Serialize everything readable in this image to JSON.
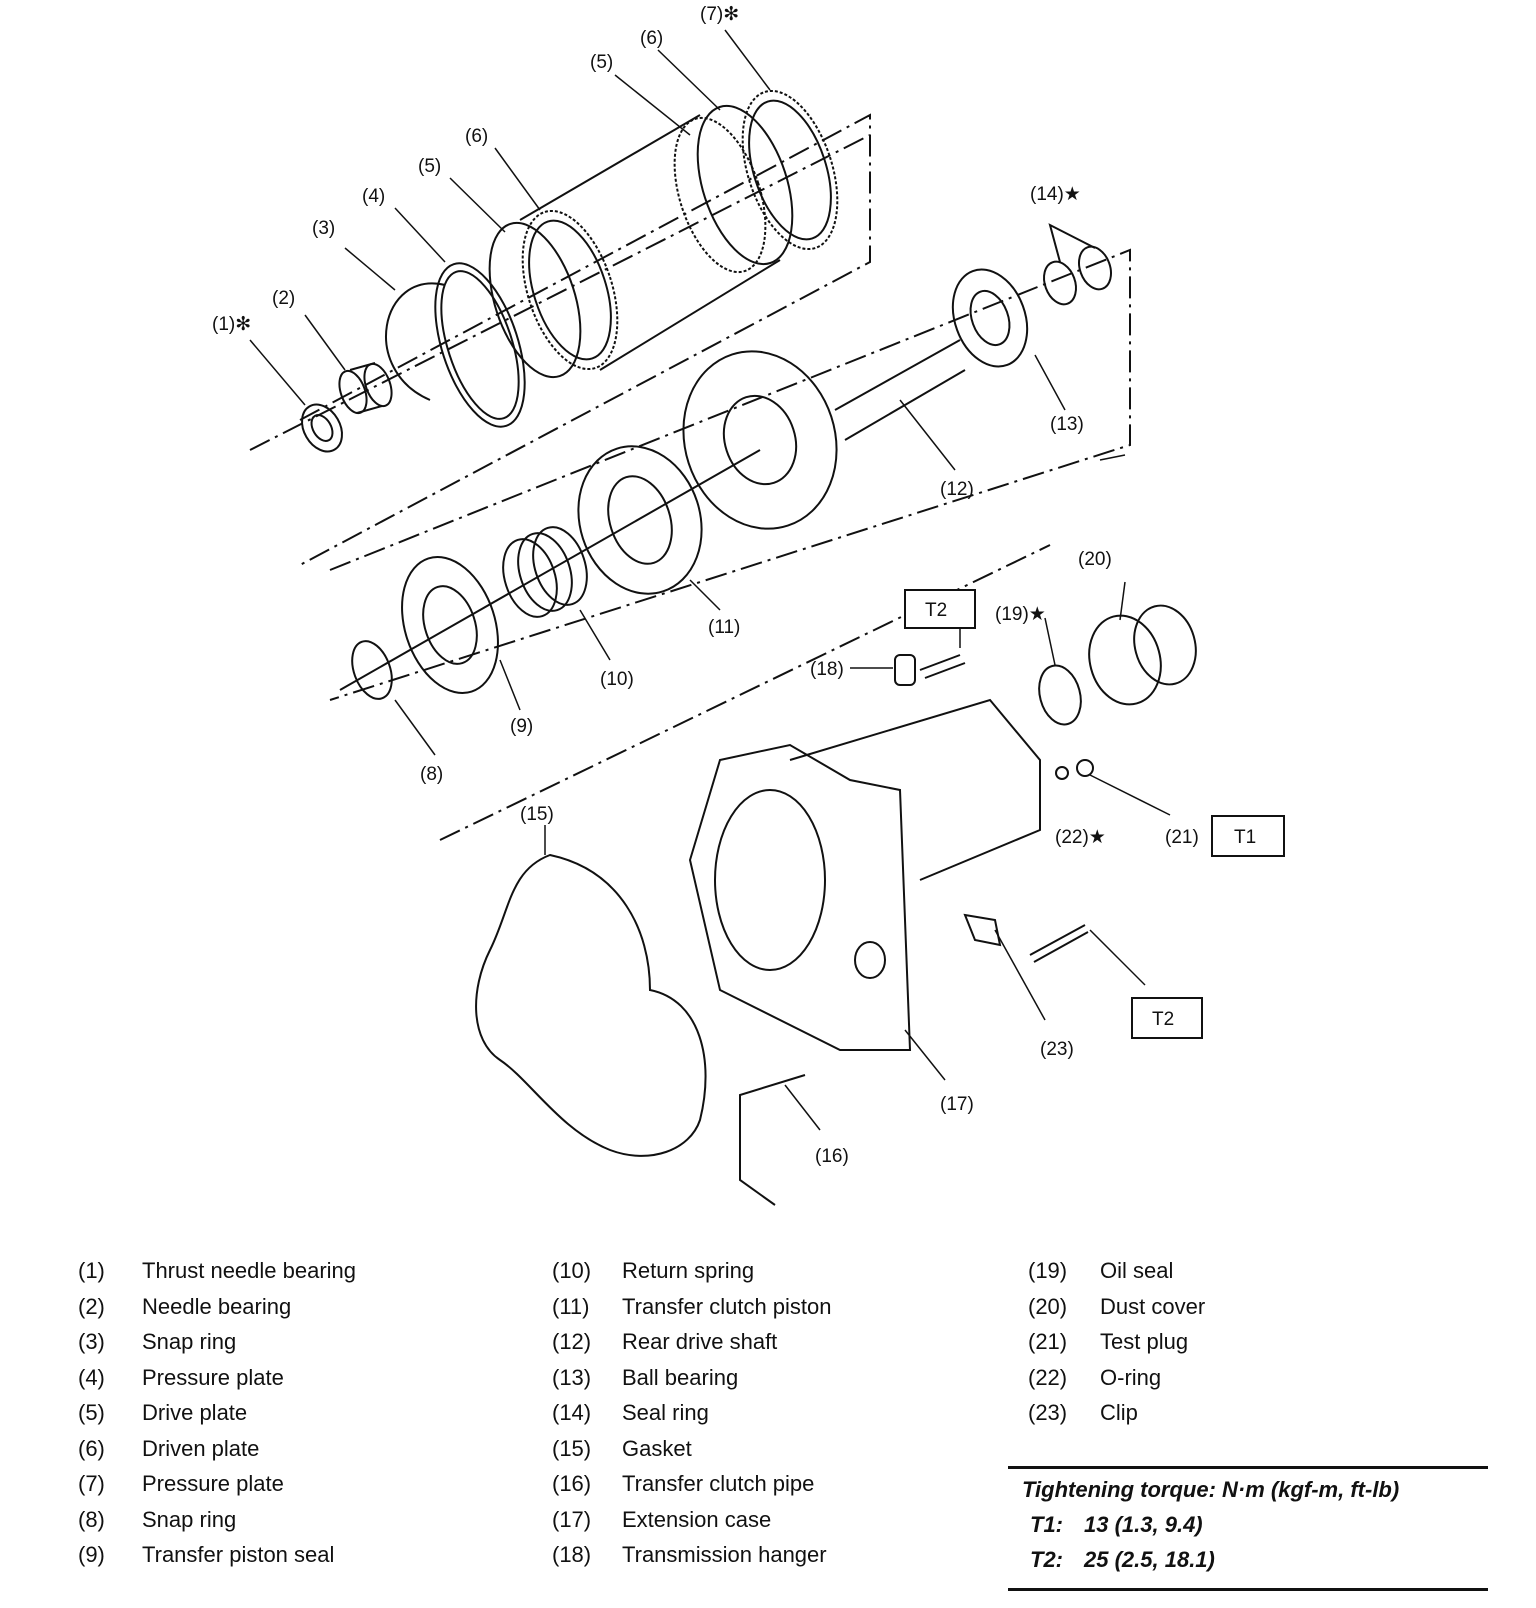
{
  "callouts": [
    {
      "text": "(1)✻"
    },
    {
      "text": "(2)"
    },
    {
      "text": "(3)"
    },
    {
      "text": "(4)"
    },
    {
      "text": "(5)"
    },
    {
      "text": "(6)"
    },
    {
      "text": "(7)✻"
    },
    {
      "text": "(5)"
    },
    {
      "text": "(6)"
    },
    {
      "text": "(8)"
    },
    {
      "text": "(9)"
    },
    {
      "text": "(10)"
    },
    {
      "text": "(11)"
    },
    {
      "text": "(12)"
    },
    {
      "text": "(13)"
    },
    {
      "text": "(14)★"
    },
    {
      "text": "(15)"
    },
    {
      "text": "(16)"
    },
    {
      "text": "(17)"
    },
    {
      "text": "(18)"
    },
    {
      "text": "(19)★"
    },
    {
      "text": "(20)"
    },
    {
      "text": "(21)"
    },
    {
      "text": "(22)★"
    },
    {
      "text": "(23)"
    }
  ],
  "torque_boxes": [
    {
      "text": "T2"
    },
    {
      "text": "T1"
    },
    {
      "text": "T2"
    }
  ],
  "legend": {
    "col1": [
      {
        "num": "(1)",
        "name": "Thrust needle bearing"
      },
      {
        "num": "(2)",
        "name": "Needle bearing"
      },
      {
        "num": "(3)",
        "name": "Snap ring"
      },
      {
        "num": "(4)",
        "name": "Pressure plate"
      },
      {
        "num": "(5)",
        "name": "Drive plate"
      },
      {
        "num": "(6)",
        "name": "Driven plate"
      },
      {
        "num": "(7)",
        "name": "Pressure plate"
      },
      {
        "num": "(8)",
        "name": "Snap ring"
      },
      {
        "num": "(9)",
        "name": "Transfer piston seal"
      }
    ],
    "col2": [
      {
        "num": "(10)",
        "name": "Return spring"
      },
      {
        "num": "(11)",
        "name": "Transfer clutch piston"
      },
      {
        "num": "(12)",
        "name": "Rear drive shaft"
      },
      {
        "num": "(13)",
        "name": "Ball bearing"
      },
      {
        "num": "(14)",
        "name": "Seal ring"
      },
      {
        "num": "(15)",
        "name": "Gasket"
      },
      {
        "num": "(16)",
        "name": "Transfer clutch pipe"
      },
      {
        "num": "(17)",
        "name": "Extension case"
      },
      {
        "num": "(18)",
        "name": "Transmission hanger"
      }
    ],
    "col3": [
      {
        "num": "(19)",
        "name": "Oil seal"
      },
      {
        "num": "(20)",
        "name": "Dust cover"
      },
      {
        "num": "(21)",
        "name": "Test plug"
      },
      {
        "num": "(22)",
        "name": "O-ring"
      },
      {
        "num": "(23)",
        "name": "Clip"
      }
    ]
  },
  "torque": {
    "header": "Tightening torque: N·m (kgf-m, ft-lb)",
    "rows": [
      {
        "key": "T1:",
        "value": "13 (1.3, 9.4)"
      },
      {
        "key": "T2:",
        "value": "25 (2.5, 18.1)"
      }
    ]
  }
}
